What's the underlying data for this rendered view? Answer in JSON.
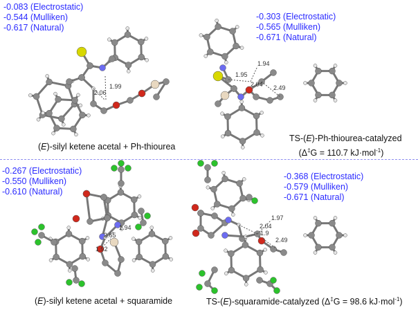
{
  "panels": [
    {
      "id": "tl",
      "charges": [
        "-0.083 (Electrostatic)",
        "-0.544 (Mulliken)",
        "-0.617 (Natural)"
      ],
      "caption_parts": [
        "(",
        "E",
        ")-silyl ketene acetal + Ph-thiourea"
      ],
      "distances": [
        "1.99",
        "2.06"
      ]
    },
    {
      "id": "tr",
      "charges": [
        "-0.303 (Electrostatic)",
        "-0.565 (Mulliken)",
        "-0.671 (Natural)"
      ],
      "caption_parts": [
        "TS-(",
        "E",
        ")-Ph-thiourea-catalyzed"
      ],
      "energy": {
        "prefix": "(Δ",
        "dagger": "‡",
        "mid": "G = 110.7 kJ·mol",
        "exp": "-1",
        "suffix": ")"
      },
      "distances": [
        "1.94",
        "1.95",
        "2.04",
        "2.49"
      ]
    },
    {
      "id": "bl",
      "charges": [
        "-0.267 (Electrostatic)",
        "-0.550 (Mulliken)",
        "-0.610 (Natural)"
      ],
      "caption_parts": [
        "(",
        "E",
        ")-silyl ketene acetal + squaramide"
      ],
      "distances": [
        "1.94",
        "2.65",
        "1.92"
      ]
    },
    {
      "id": "br",
      "charges": [
        "-0.368 (Electrostatic)",
        "-0.579 (Mulliken)",
        "-0.671 (Natural)"
      ],
      "caption_parts": [
        "TS-(",
        "E",
        ")-squaramide-catalyzed "
      ],
      "energy": {
        "prefix": "(Δ",
        "dagger": "‡",
        "mid": "G = 98.6 kJ·mol",
        "exp": "-1",
        "suffix": ")"
      },
      "distances": [
        "2.04",
        "1.9",
        "1.97",
        "2.49"
      ]
    }
  ],
  "colors": {
    "charge_text": "#2a2aff",
    "carbon": "#8a8a8a",
    "hydrogen": "#e6e6e6",
    "nitrogen": "#6c6cf0",
    "oxygen": "#d0281c",
    "sulfur": "#d8d800",
    "fluorine": "#2cc22c",
    "silicon": "#e8d8c0"
  }
}
